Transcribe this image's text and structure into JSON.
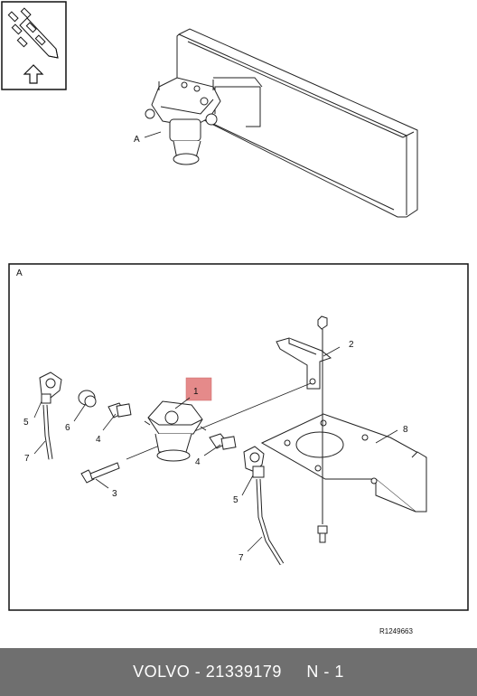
{
  "overview": {
    "callout_a": "A"
  },
  "detail": {
    "frame_label": "A",
    "callouts": {
      "c1": "1",
      "c2": "2",
      "c3": "3",
      "c4a": "4",
      "c4b": "4",
      "c5a": "5",
      "c5b": "5",
      "c6": "6",
      "c7a": "7",
      "c7b": "7",
      "c8": "8"
    },
    "highlight_color": "#e58a8a"
  },
  "reference_code": "R1249663",
  "footer": {
    "label": "VOLVO - 21339179     N - 1",
    "background": "#6f6f6f"
  }
}
